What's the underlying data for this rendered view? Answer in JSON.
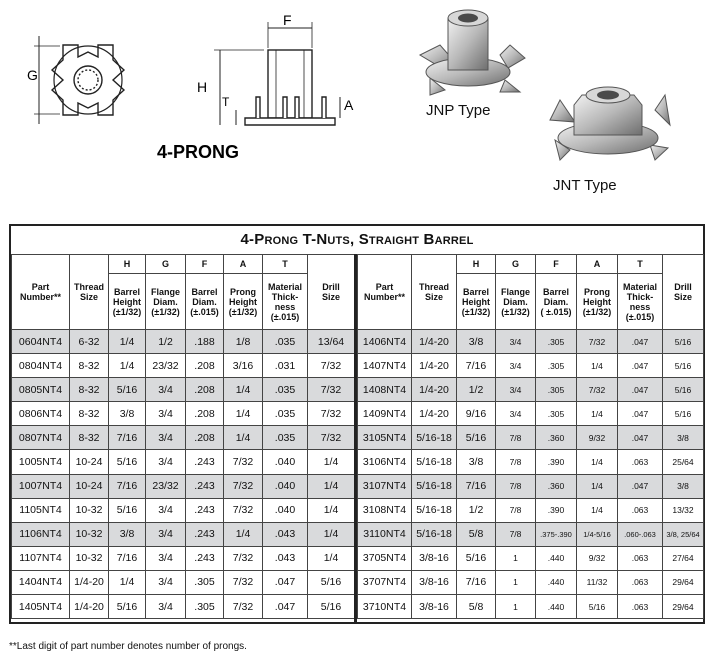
{
  "figure": {
    "drawing_label": "4-PRONG",
    "dims": {
      "g": "G",
      "f": "F",
      "h": "H",
      "t": "T",
      "a": "A"
    },
    "photo_labels": {
      "jnp": "JNP Type",
      "jnt": "JNT Type"
    }
  },
  "table": {
    "title": "4-Prong T-Nuts, Straight Barrel",
    "letters": [
      "H",
      "G",
      "F",
      "A",
      "T"
    ],
    "headers": {
      "part": [
        "Part",
        "Number**"
      ],
      "thread": [
        "Thread",
        "Size"
      ],
      "h": [
        "Barrel",
        "Height",
        "(±1/32)"
      ],
      "g": [
        "Flange",
        "Diam.",
        "(±1/32)"
      ],
      "f": [
        "Barrel",
        "Diam.",
        "(±.015)"
      ],
      "a": [
        "Prong",
        "Height",
        "(±1/32)"
      ],
      "t": [
        "Material",
        "Thick-",
        "ness",
        "(±.015)"
      ],
      "f_right": [
        "Barrel",
        "Diam.",
        "( ±.015)"
      ],
      "t_right": [
        "Material",
        "Thick-",
        "ness",
        "(±.015)"
      ],
      "drill": [
        "Drill",
        "Size"
      ]
    },
    "left_rows": [
      [
        "0604NT4",
        "6-32",
        "1/4",
        "1/2",
        ".188",
        "1/8",
        ".035",
        "13/64"
      ],
      [
        "0804NT4",
        "8-32",
        "1/4",
        "23/32",
        ".208",
        "3/16",
        ".031",
        "7/32"
      ],
      [
        "0805NT4",
        "8-32",
        "5/16",
        "3/4",
        ".208",
        "1/4",
        ".035",
        "7/32"
      ],
      [
        "0806NT4",
        "8-32",
        "3/8",
        "3/4",
        ".208",
        "1/4",
        ".035",
        "7/32"
      ],
      [
        "0807NT4",
        "8-32",
        "7/16",
        "3/4",
        ".208",
        "1/4",
        ".035",
        "7/32"
      ],
      [
        "1005NT4",
        "10-24",
        "5/16",
        "3/4",
        ".243",
        "7/32",
        ".040",
        "1/4"
      ],
      [
        "1007NT4",
        "10-24",
        "7/16",
        "23/32",
        ".243",
        "7/32",
        ".040",
        "1/4"
      ],
      [
        "1105NT4",
        "10-32",
        "5/16",
        "3/4",
        ".243",
        "7/32",
        ".040",
        "1/4"
      ],
      [
        "1106NT4",
        "10-32",
        "3/8",
        "3/4",
        ".243",
        "1/4",
        ".043",
        "1/4"
      ],
      [
        "1107NT4",
        "10-32",
        "7/16",
        "3/4",
        ".243",
        "7/32",
        ".043",
        "1/4"
      ],
      [
        "1404NT4",
        "1/4-20",
        "1/4",
        "3/4",
        ".305",
        "7/32",
        ".047",
        "5/16"
      ],
      [
        "1405NT4",
        "1/4-20",
        "5/16",
        "3/4",
        ".305",
        "7/32",
        ".047",
        "5/16"
      ]
    ],
    "right_rows": [
      [
        "1406NT4",
        "1/4-20",
        "3/8",
        "3/4",
        ".305",
        "7/32",
        ".047",
        "5/16"
      ],
      [
        "1407NT4",
        "1/4-20",
        "7/16",
        "3/4",
        ".305",
        "1/4",
        ".047",
        "5/16"
      ],
      [
        "1408NT4",
        "1/4-20",
        "1/2",
        "3/4",
        ".305",
        "7/32",
        ".047",
        "5/16"
      ],
      [
        "1409NT4",
        "1/4-20",
        "9/16",
        "3/4",
        ".305",
        "1/4",
        ".047",
        "5/16"
      ],
      [
        "3105NT4",
        "5/16-18",
        "5/16",
        "7/8",
        ".360",
        "9/32",
        ".047",
        "3/8"
      ],
      [
        "3106NT4",
        "5/16-18",
        "3/8",
        "7/8",
        ".390",
        "1/4",
        ".063",
        "25/64"
      ],
      [
        "3107NT4",
        "5/16-18",
        "7/16",
        "7/8",
        ".360",
        "1/4",
        ".047",
        "3/8"
      ],
      [
        "3108NT4",
        "5/16-18",
        "1/2",
        "7/8",
        ".390",
        "1/4",
        ".063",
        "13/32"
      ],
      [
        "3110NT4",
        "5/16-18",
        "5/8",
        "7/8",
        ".375-.390",
        "1/4-5/16",
        ".060-.063",
        "3/8, 25/64"
      ],
      [
        "3705NT4",
        "3/8-16",
        "5/16",
        "1",
        ".440",
        "9/32",
        ".063",
        "27/64"
      ],
      [
        "3707NT4",
        "3/8-16",
        "7/16",
        "1",
        ".440",
        "11/32",
        ".063",
        "29/64"
      ],
      [
        "3710NT4",
        "3/8-16",
        "5/8",
        "1",
        ".440",
        "5/16",
        ".063",
        "29/64"
      ]
    ],
    "shaded_rows": [
      0,
      2,
      4,
      6,
      8
    ]
  },
  "footnote": "**Last digit of part number denotes number of prongs."
}
